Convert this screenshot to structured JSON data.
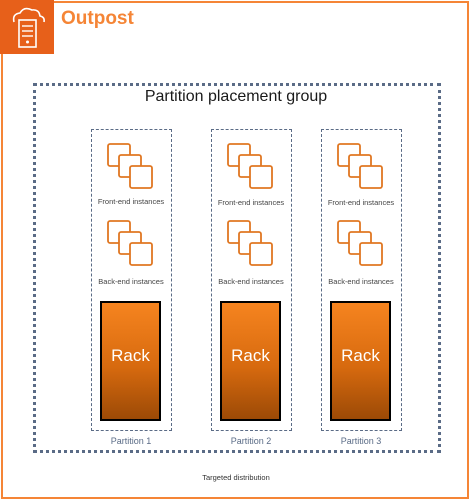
{
  "outpost": {
    "title": "Outpost",
    "icon": "aws-outposts-icon",
    "accent_color": "#f58536",
    "icon_bg_color": "#e7601a"
  },
  "group": {
    "title": "Partition placement group"
  },
  "partitions": [
    {
      "label": "Partition 1",
      "front_label": "Front-end instances",
      "back_label": "Back-end instances",
      "rack_label": "Rack"
    },
    {
      "label": "Partition 2",
      "front_label": "Front-end instances",
      "back_label": "Back-end instances",
      "rack_label": "Rack"
    },
    {
      "label": "Partition 3",
      "front_label": "Front-end instances",
      "back_label": "Back-end instances",
      "rack_label": "Rack"
    }
  ],
  "footer": {
    "caption": "Targeted distribution"
  },
  "colors": {
    "instance_icon": "#e07722",
    "rack_fill_top": "#f6841f",
    "rack_fill_bottom": "#9c4a06",
    "dashed_border": "#5a6b86"
  }
}
